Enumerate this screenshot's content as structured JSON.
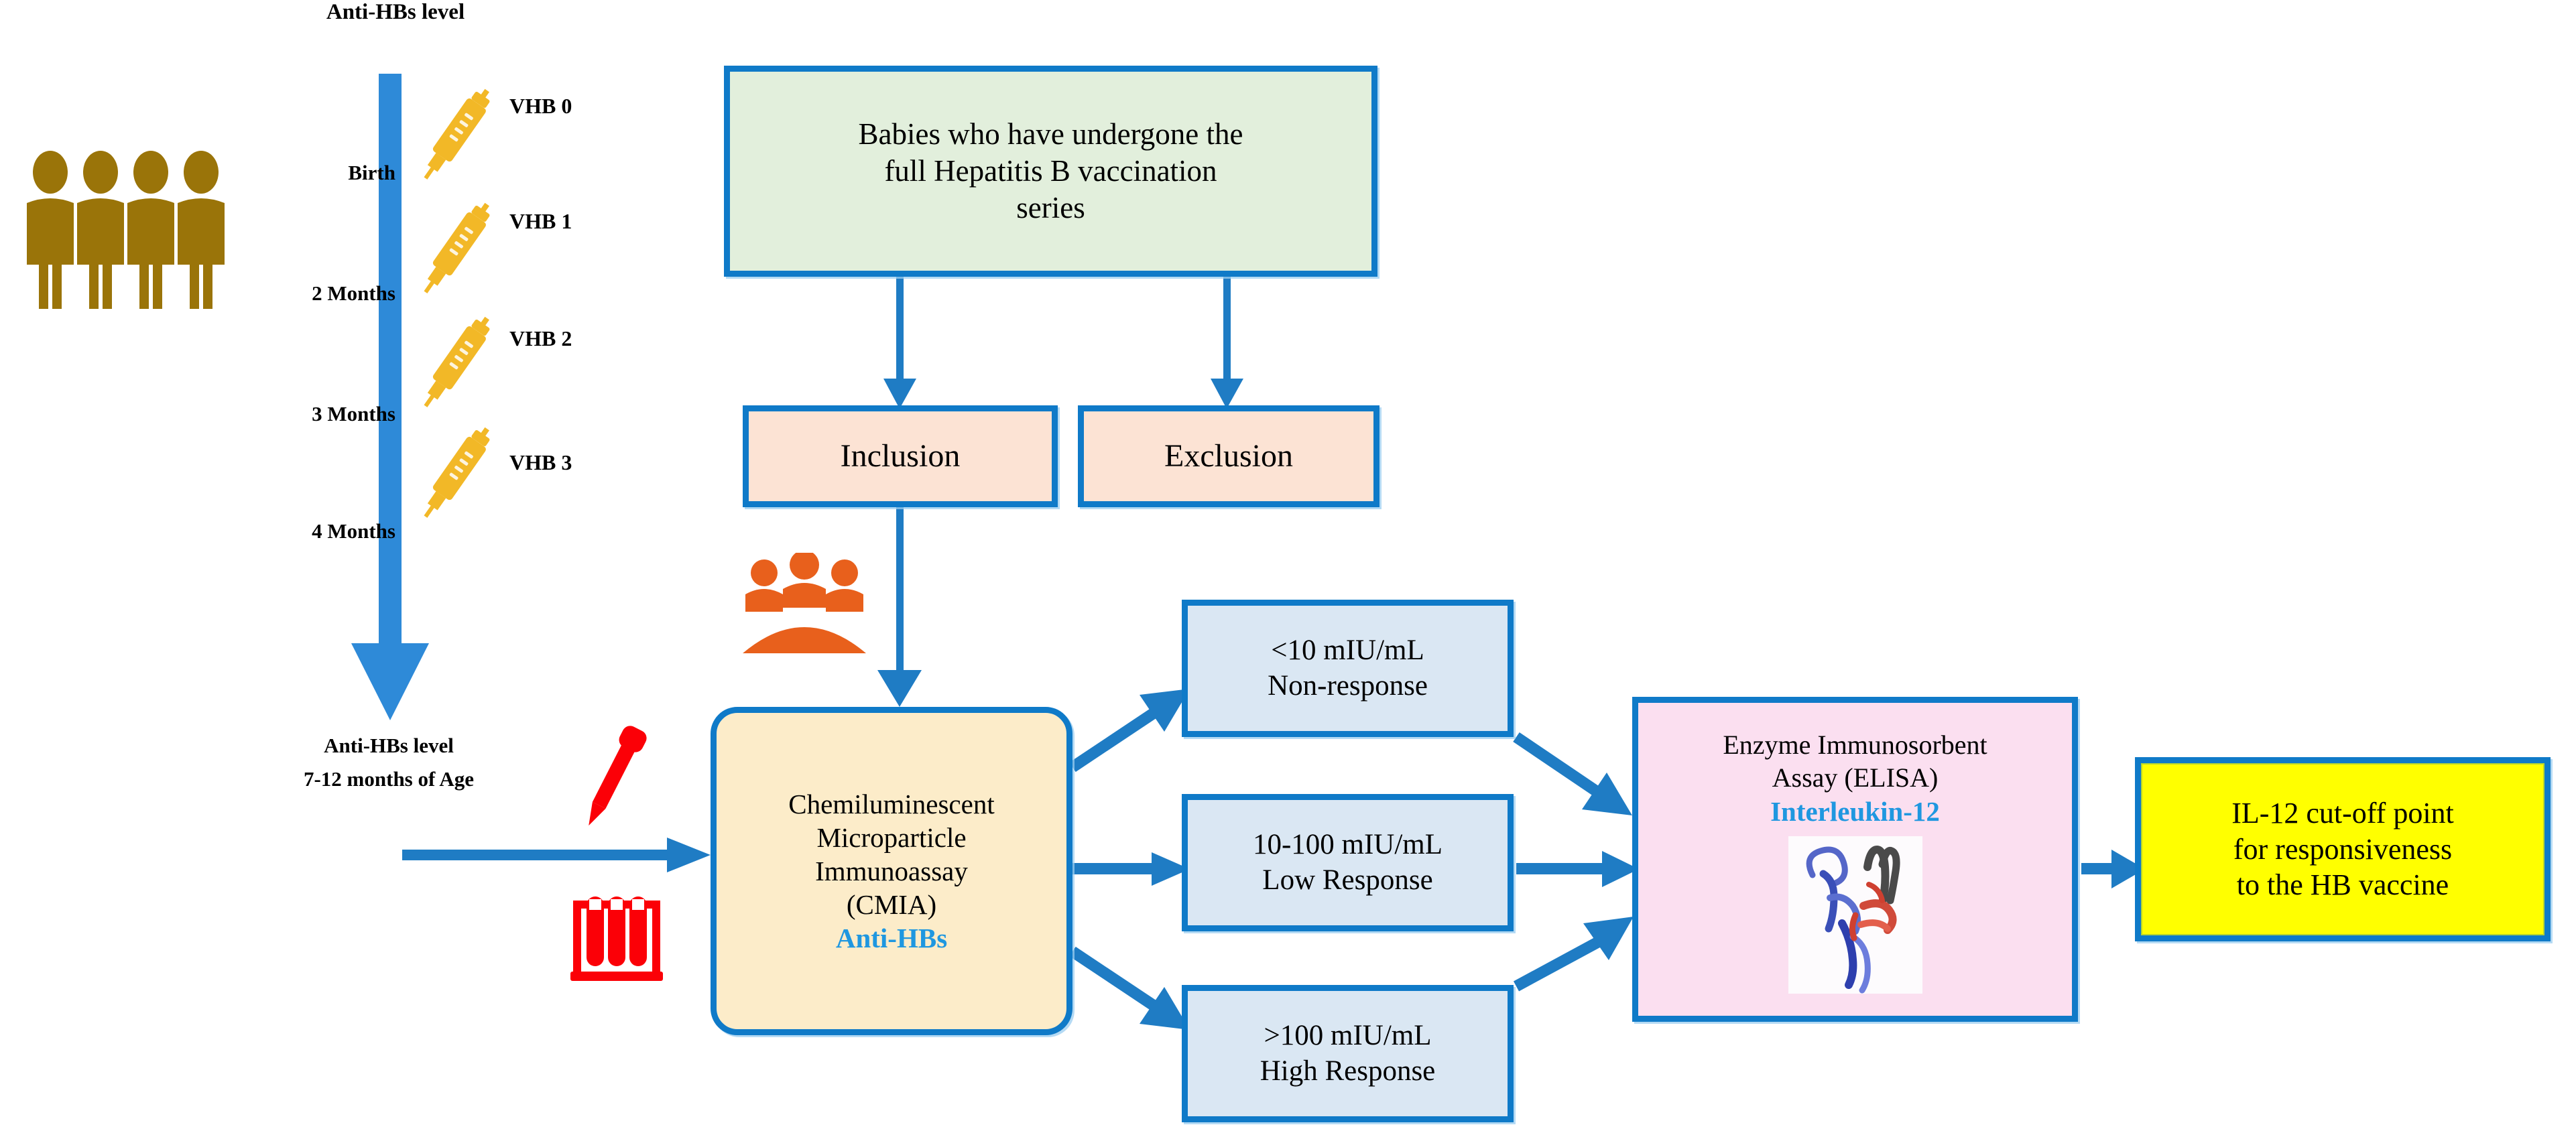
{
  "diagram": {
    "title": "Hepatitis B vaccination response study flowchart",
    "colors": {
      "arrow_blue": "#1f7cc4",
      "box_border": "#0f7ac8",
      "accent_text_blue": "#1f97e0",
      "timeline_blue": "#2e8ad8",
      "people_brown": "#9a7409",
      "group_orange": "#e8601c",
      "blood_red": "#fb0007",
      "green_box_fill": "#e2efdc",
      "peach_box_fill": "#fce3d4",
      "cmia_box_fill": "#fcecc9",
      "lightblue_box_fill": "#dae7f3",
      "pink_box_fill": "#fbdff0",
      "yellow_box_fill": "#ffff00"
    }
  },
  "timeline": {
    "header": "Anti-HBs level",
    "ages": [
      "Birth",
      "2 Months",
      "3 Months",
      "4 Months"
    ],
    "vaccine_doses": [
      "VHB 0",
      "VHB 1",
      "VHB 2",
      "VHB 3"
    ],
    "followup_line1": "Anti-HBs level",
    "followup_line2": "7-12 months of Age",
    "icons": {
      "cohort": "people-group-icon",
      "syringe": "syringe-icon",
      "dropper": "blood-dropper-icon",
      "tubes": "blood-test-tubes-icon",
      "arrow": "down-arrow-icon"
    }
  },
  "flow": {
    "population_box": {
      "line1": "Babies who have undergone the",
      "line2": "full Hepatitis B vaccination",
      "line3": "series"
    },
    "inclusion_label": "Inclusion",
    "exclusion_label": "Exclusion",
    "participants_icon": "participants-group-icon",
    "cmia_box": {
      "line1": "Chemiluminescent",
      "line2": "Microparticle",
      "line3": "Immunoassay",
      "line4": "(CMIA)",
      "accent": "Anti-HBs"
    },
    "response_categories": [
      {
        "range": "<10 mIU/mL",
        "label": "Non-response"
      },
      {
        "range": "10-100 mIU/mL",
        "label": "Low Response"
      },
      {
        "range": ">100 mIU/mL",
        "label": "High Response"
      }
    ],
    "elisa_box": {
      "line1": "Enzyme Immunosorbent",
      "line2": "Assay (ELISA)",
      "accent": "Interleukin-12",
      "image": "interleukin-12-protein-structure-image"
    },
    "outcome_box": {
      "line1": "IL-12 cut-off point",
      "line2": "for responsiveness",
      "line3": "to the HB vaccine"
    }
  }
}
